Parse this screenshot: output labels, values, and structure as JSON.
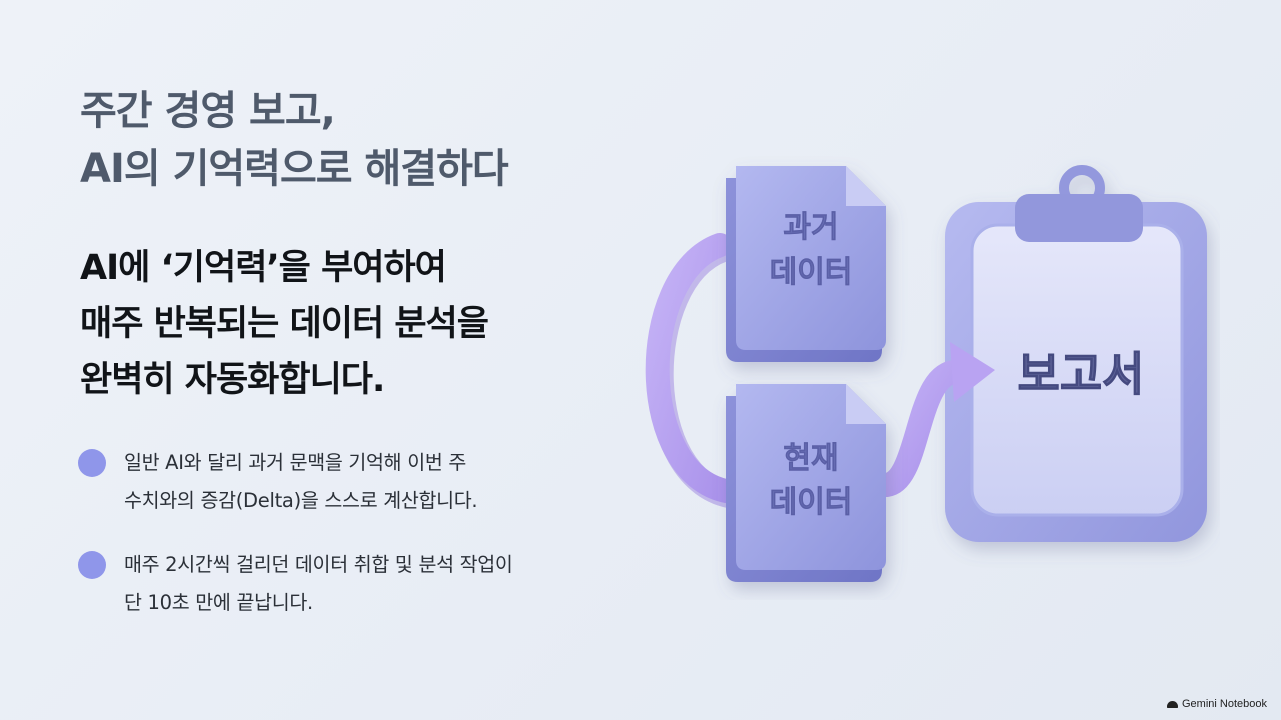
{
  "headline": {
    "line1": "주간 경영 보고,",
    "line2": "AI의 기억력으로 해결하다"
  },
  "lead": {
    "line1": "AI에 ‘기억력’을 부여하여",
    "line2": "매주 반복되는 데이터 분석을",
    "line3": "완벽히 자동화합니다."
  },
  "bullets": [
    {
      "line1": "일반 AI와 달리 과거 문맥을 기억해 이번 주",
      "line2": "수치와의 증감(Delta)을 스스로 계산합니다."
    },
    {
      "line1": "매주 2시간씩 걸리던 데이터 취합 및 분석 작업이",
      "line2": "단 10초 만에 끝납니다."
    }
  ],
  "illustration": {
    "past_doc": {
      "line1": "과거",
      "line2": "데이터"
    },
    "current_doc": {
      "line1": "현재",
      "line2": "데이터"
    },
    "report": "보고서"
  },
  "watermark": "Gemini Notebook",
  "colors": {
    "background": "#eaeef5",
    "headline": "#4f5a6b",
    "lead": "#111418",
    "bullet_dot": "#8f96ea",
    "document": "#9ea3e6",
    "arrow": "#b8a6f0",
    "clipboard": "#a9ade9"
  }
}
